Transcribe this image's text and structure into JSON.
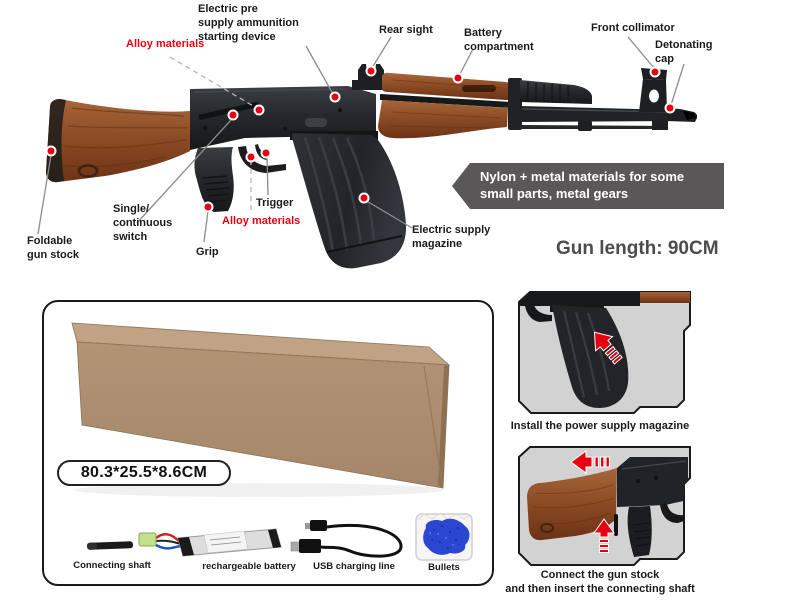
{
  "colors": {
    "accent_red": "#e60012",
    "banner_bg": "#595757",
    "panel_gray": "#d2d2d2",
    "text_dark": "#1a1a1a",
    "gun_length_text": "#4c4c4c",
    "wood_light": "#a05c31",
    "wood_dark": "#6b3315",
    "gun_metal": "#26282c",
    "cardboard_top": "#c0a385",
    "cardboard_front": "#ab8d6f",
    "bullets_blue": "#2b46cf"
  },
  "diagram": {
    "labels": [
      {
        "id": "electric-pre-supply",
        "text": "Electric pre\nsupply ammunition\nstarting device"
      },
      {
        "id": "alloy-materials-top",
        "text": "Alloy materials"
      },
      {
        "id": "rear-sight",
        "text": "Rear sight"
      },
      {
        "id": "battery-compartment",
        "text": "Battery\ncompartment"
      },
      {
        "id": "front-collimator",
        "text": "Front collimator"
      },
      {
        "id": "detonating-cap",
        "text": "Detonating\ncap"
      },
      {
        "id": "single-continuous-switch",
        "text": "Single/\ncontinuous\nswitch"
      },
      {
        "id": "trigger",
        "text": "Trigger"
      },
      {
        "id": "alloy-materials-bottom",
        "text": "Alloy materials"
      },
      {
        "id": "grip",
        "text": "Grip"
      },
      {
        "id": "electric-supply-magazine",
        "text": "Electric supply\nmagazine"
      },
      {
        "id": "foldable-gun-stock",
        "text": "Foldable\ngun stock"
      }
    ],
    "banner_text": "Nylon + metal materials for some\nsmall parts, metal gears",
    "gun_length": "Gun length: 90CM"
  },
  "package": {
    "dimensions": "80.3*25.5*8.6CM",
    "items": [
      {
        "label": "Connecting shaft"
      },
      {
        "label": "rechargeable battery"
      },
      {
        "label": "USB charging line"
      },
      {
        "label": "Bullets"
      }
    ]
  },
  "instructions": [
    {
      "caption": "Install the power supply magazine"
    },
    {
      "caption": "Connect the gun stock\nand then insert the connecting shaft"
    }
  ]
}
